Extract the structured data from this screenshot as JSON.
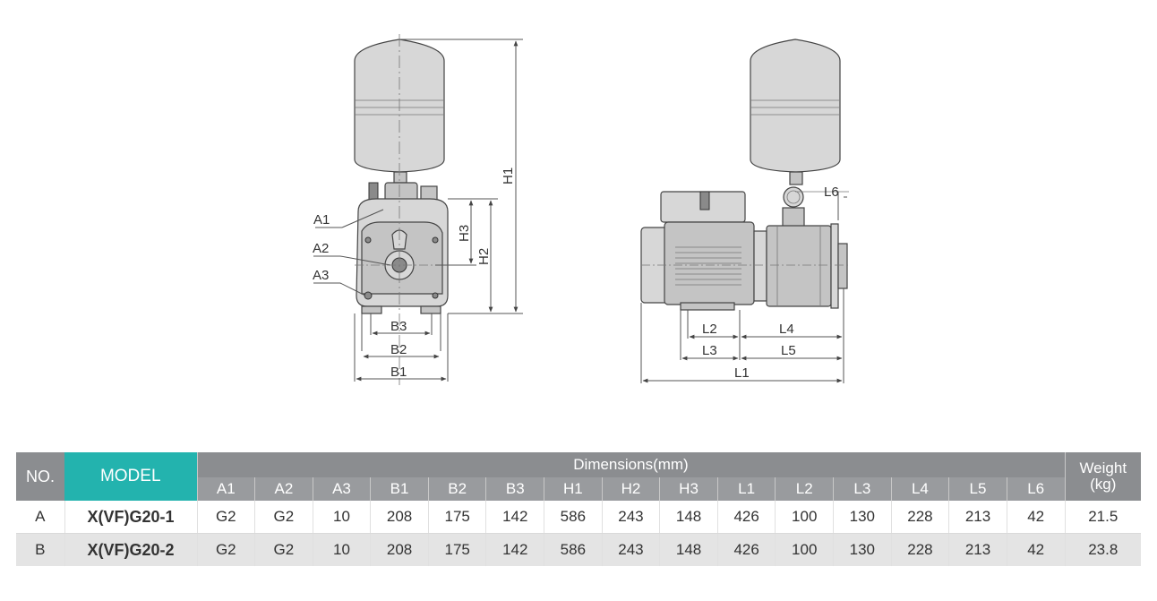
{
  "drawing": {
    "front_labels": {
      "a1": "A1",
      "a2": "A2",
      "a3": "A3",
      "b1": "B1",
      "b2": "B2",
      "b3": "B3",
      "h1": "H1",
      "h2": "H2",
      "h3": "H3"
    },
    "side_labels": {
      "l1": "L1",
      "l2": "L2",
      "l3": "L3",
      "l4": "L4",
      "l5": "L5",
      "l6": "L6"
    }
  },
  "table": {
    "no_header": "NO.",
    "model_header": "MODEL",
    "dimensions_header": "Dimensions(mm)",
    "weight_header_line1": "Weight",
    "weight_header_line2": "(kg)",
    "columns": [
      "A1",
      "A2",
      "A3",
      "B1",
      "B2",
      "B3",
      "H1",
      "H2",
      "H3",
      "L1",
      "L2",
      "L3",
      "L4",
      "L5",
      "L6"
    ],
    "rows": [
      {
        "no": "A",
        "model": "X(VF)G20-1",
        "values": [
          "G2",
          "G2",
          "10",
          "208",
          "175",
          "142",
          "586",
          "243",
          "148",
          "426",
          "100",
          "130",
          "228",
          "213",
          "42"
        ],
        "weight": "21.5"
      },
      {
        "no": "B",
        "model": "X(VF)G20-2",
        "values": [
          "G2",
          "G2",
          "10",
          "208",
          "175",
          "142",
          "586",
          "243",
          "148",
          "426",
          "100",
          "130",
          "228",
          "213",
          "42"
        ],
        "weight": "23.8"
      }
    ]
  }
}
